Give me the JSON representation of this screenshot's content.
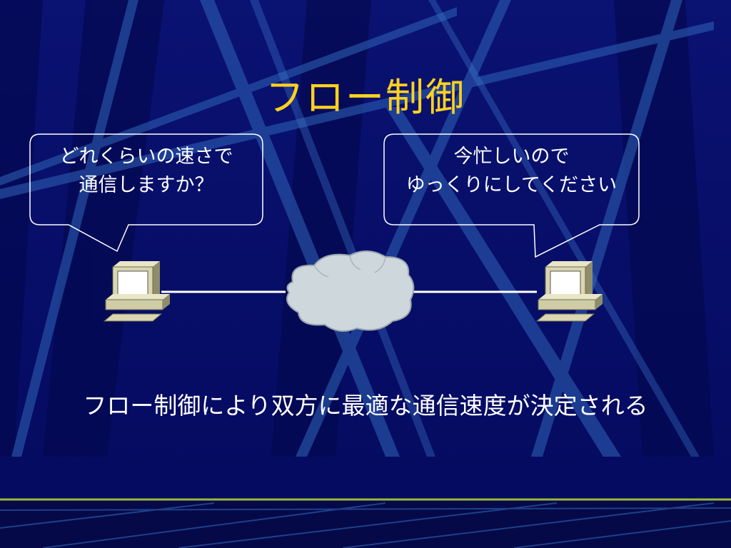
{
  "title": "フロー制御",
  "left_bubble": {
    "line1": "どれくらいの速さで",
    "line2": "通信しますか？"
  },
  "right_bubble": {
    "line1": "今忙しいので",
    "line2": "ゆっくりにしてください"
  },
  "conclusion": "フロー制御により双方に最適な通信速度が決定される",
  "colors": {
    "background": "#050a6e",
    "title": "#ffd21e",
    "text": "#ffffff",
    "beam": "#2f64b8",
    "footer_line": "#9ab83c",
    "cloud": "#cdd7dc"
  },
  "icons": [
    "computer-icon",
    "network-cloud-icon"
  ]
}
